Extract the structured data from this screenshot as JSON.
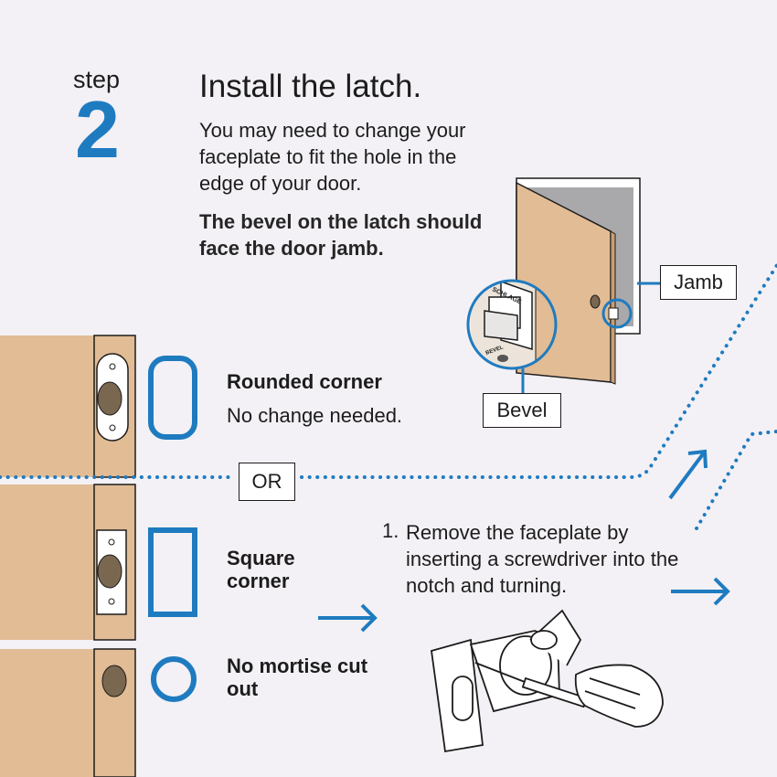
{
  "step": {
    "label": "step",
    "number": "2"
  },
  "title": "Install the latch.",
  "intro": "You may need to change your faceplate to fit the hole in the edge of your door.",
  "bevel_note": "The bevel on the latch should face the door jamb.",
  "callouts": {
    "jamb": "Jamb",
    "bevel": "Bevel",
    "or": "OR"
  },
  "options": {
    "rounded": {
      "title": "Rounded corner",
      "desc": "No change needed."
    },
    "square": {
      "title": "Square corner"
    },
    "no_mortise": {
      "title": "No mortise cut out"
    }
  },
  "instruction": {
    "number": "1.",
    "text": "Remove the faceplate by inserting a screwdriver into the notch and turning."
  },
  "illustration_text": {
    "brand": "SCHLAGE",
    "bevel_mark": "BEVEL"
  },
  "colors": {
    "accent": "#1f7bc0",
    "wood": "#e2bc95",
    "background": "#f3f1f5"
  }
}
